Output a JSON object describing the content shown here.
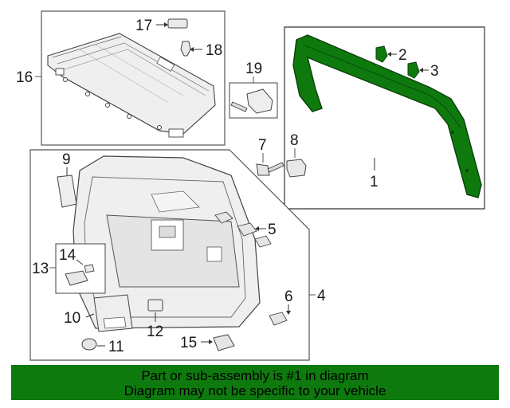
{
  "callouts": {
    "c1": "1",
    "c2": "2",
    "c3": "3",
    "c4": "4",
    "c5": "5",
    "c6": "6",
    "c7": "7",
    "c8": "8",
    "c9": "9",
    "c10": "10",
    "c11": "11",
    "c12": "12",
    "c13": "13",
    "c14": "14",
    "c15": "15",
    "c16": "16",
    "c17": "17",
    "c18": "18",
    "c19": "19"
  },
  "highlight_color": "#0e7a0e",
  "banner": {
    "line1": "Part or sub-assembly is #1 in diagram",
    "line2": "Diagram may not be specific to your vehicle"
  }
}
